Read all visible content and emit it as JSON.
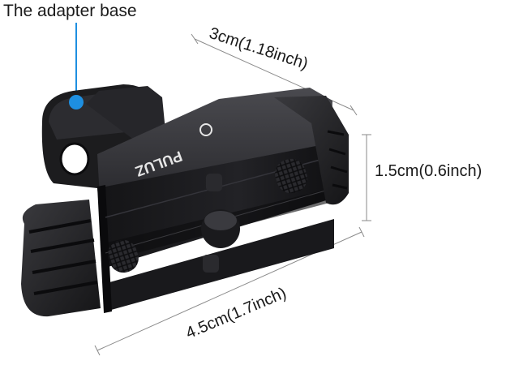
{
  "callout": {
    "text": "The adapter base",
    "dot_color": "#1e8fe0"
  },
  "brand": {
    "logo_text": "PULUZ"
  },
  "dimensions": {
    "depth": "3cm(1.18inch)",
    "height": "1.5cm(0.6inch)",
    "width": "4.5cm(1.7inch)"
  },
  "colors": {
    "body": "#1c1c1e",
    "highlight": "#3a3a3e",
    "leader_line": "#1e8fe0",
    "dimension_line": "#8a8a8a"
  }
}
